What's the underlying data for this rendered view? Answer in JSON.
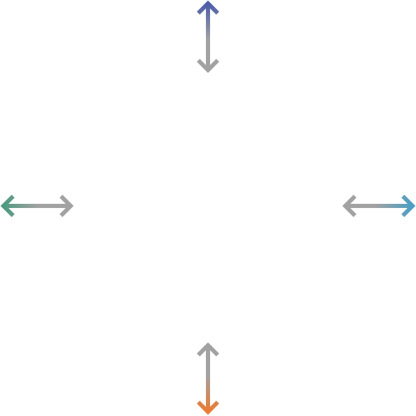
{
  "arrows": [
    {
      "id": "top",
      "icon": "double-arrow-vertical",
      "colors": {
        "end": "#4a5ba8",
        "base": "#a2a2a2"
      }
    },
    {
      "id": "left",
      "icon": "double-arrow-horizontal",
      "colors": {
        "end": "#4a9a7e",
        "base": "#a2a2a2"
      }
    },
    {
      "id": "right",
      "icon": "double-arrow-horizontal",
      "colors": {
        "end": "#4a9fc4",
        "base": "#a2a2a2"
      }
    },
    {
      "id": "bottom",
      "icon": "double-arrow-vertical",
      "colors": {
        "end": "#ef7a2b",
        "base": "#a2a2a2"
      }
    }
  ]
}
